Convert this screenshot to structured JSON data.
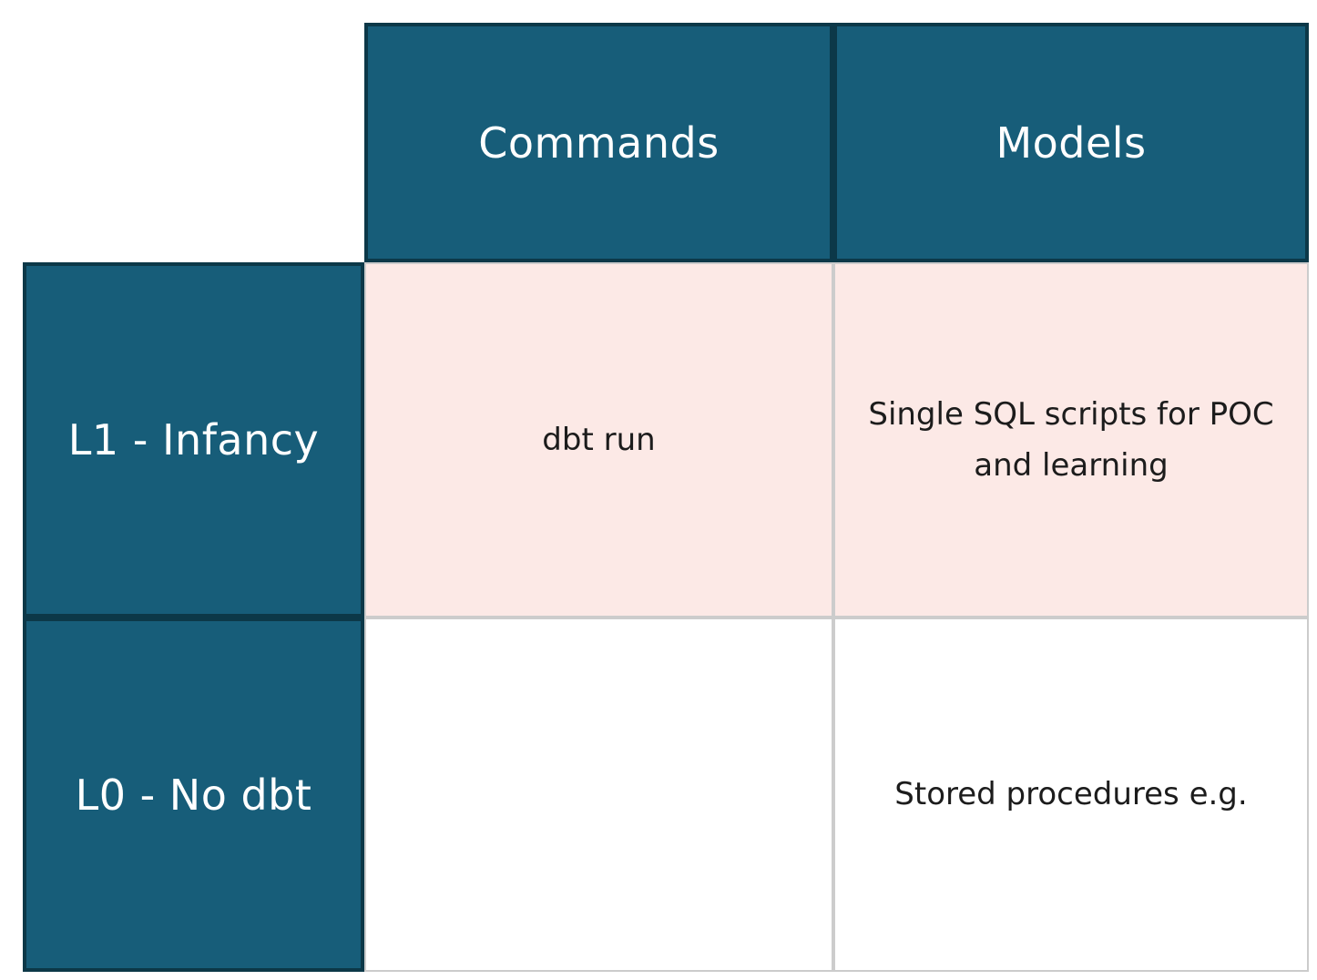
{
  "matrix": {
    "title_hint": "dbt maturity matrix",
    "column_headers": [
      {
        "label": "Commands"
      },
      {
        "label": "Models"
      }
    ],
    "rows": [
      {
        "level_label": "L1 - Infancy",
        "commands": "dbt run",
        "models": "Single SQL scripts for POC and learning",
        "highlighted": true
      },
      {
        "level_label": "L0 - No dbt",
        "commands": "",
        "models": "Stored procedures e.g.",
        "highlighted": false
      }
    ],
    "colors": {
      "header_bg": "#175d79",
      "header_border": "#0c3848",
      "header_text": "#ffffff",
      "highlight_bg": "#fce9e6",
      "plain_bg": "#ffffff",
      "light_border": "#cccccc",
      "cell_text": "#1c1c1c"
    }
  }
}
